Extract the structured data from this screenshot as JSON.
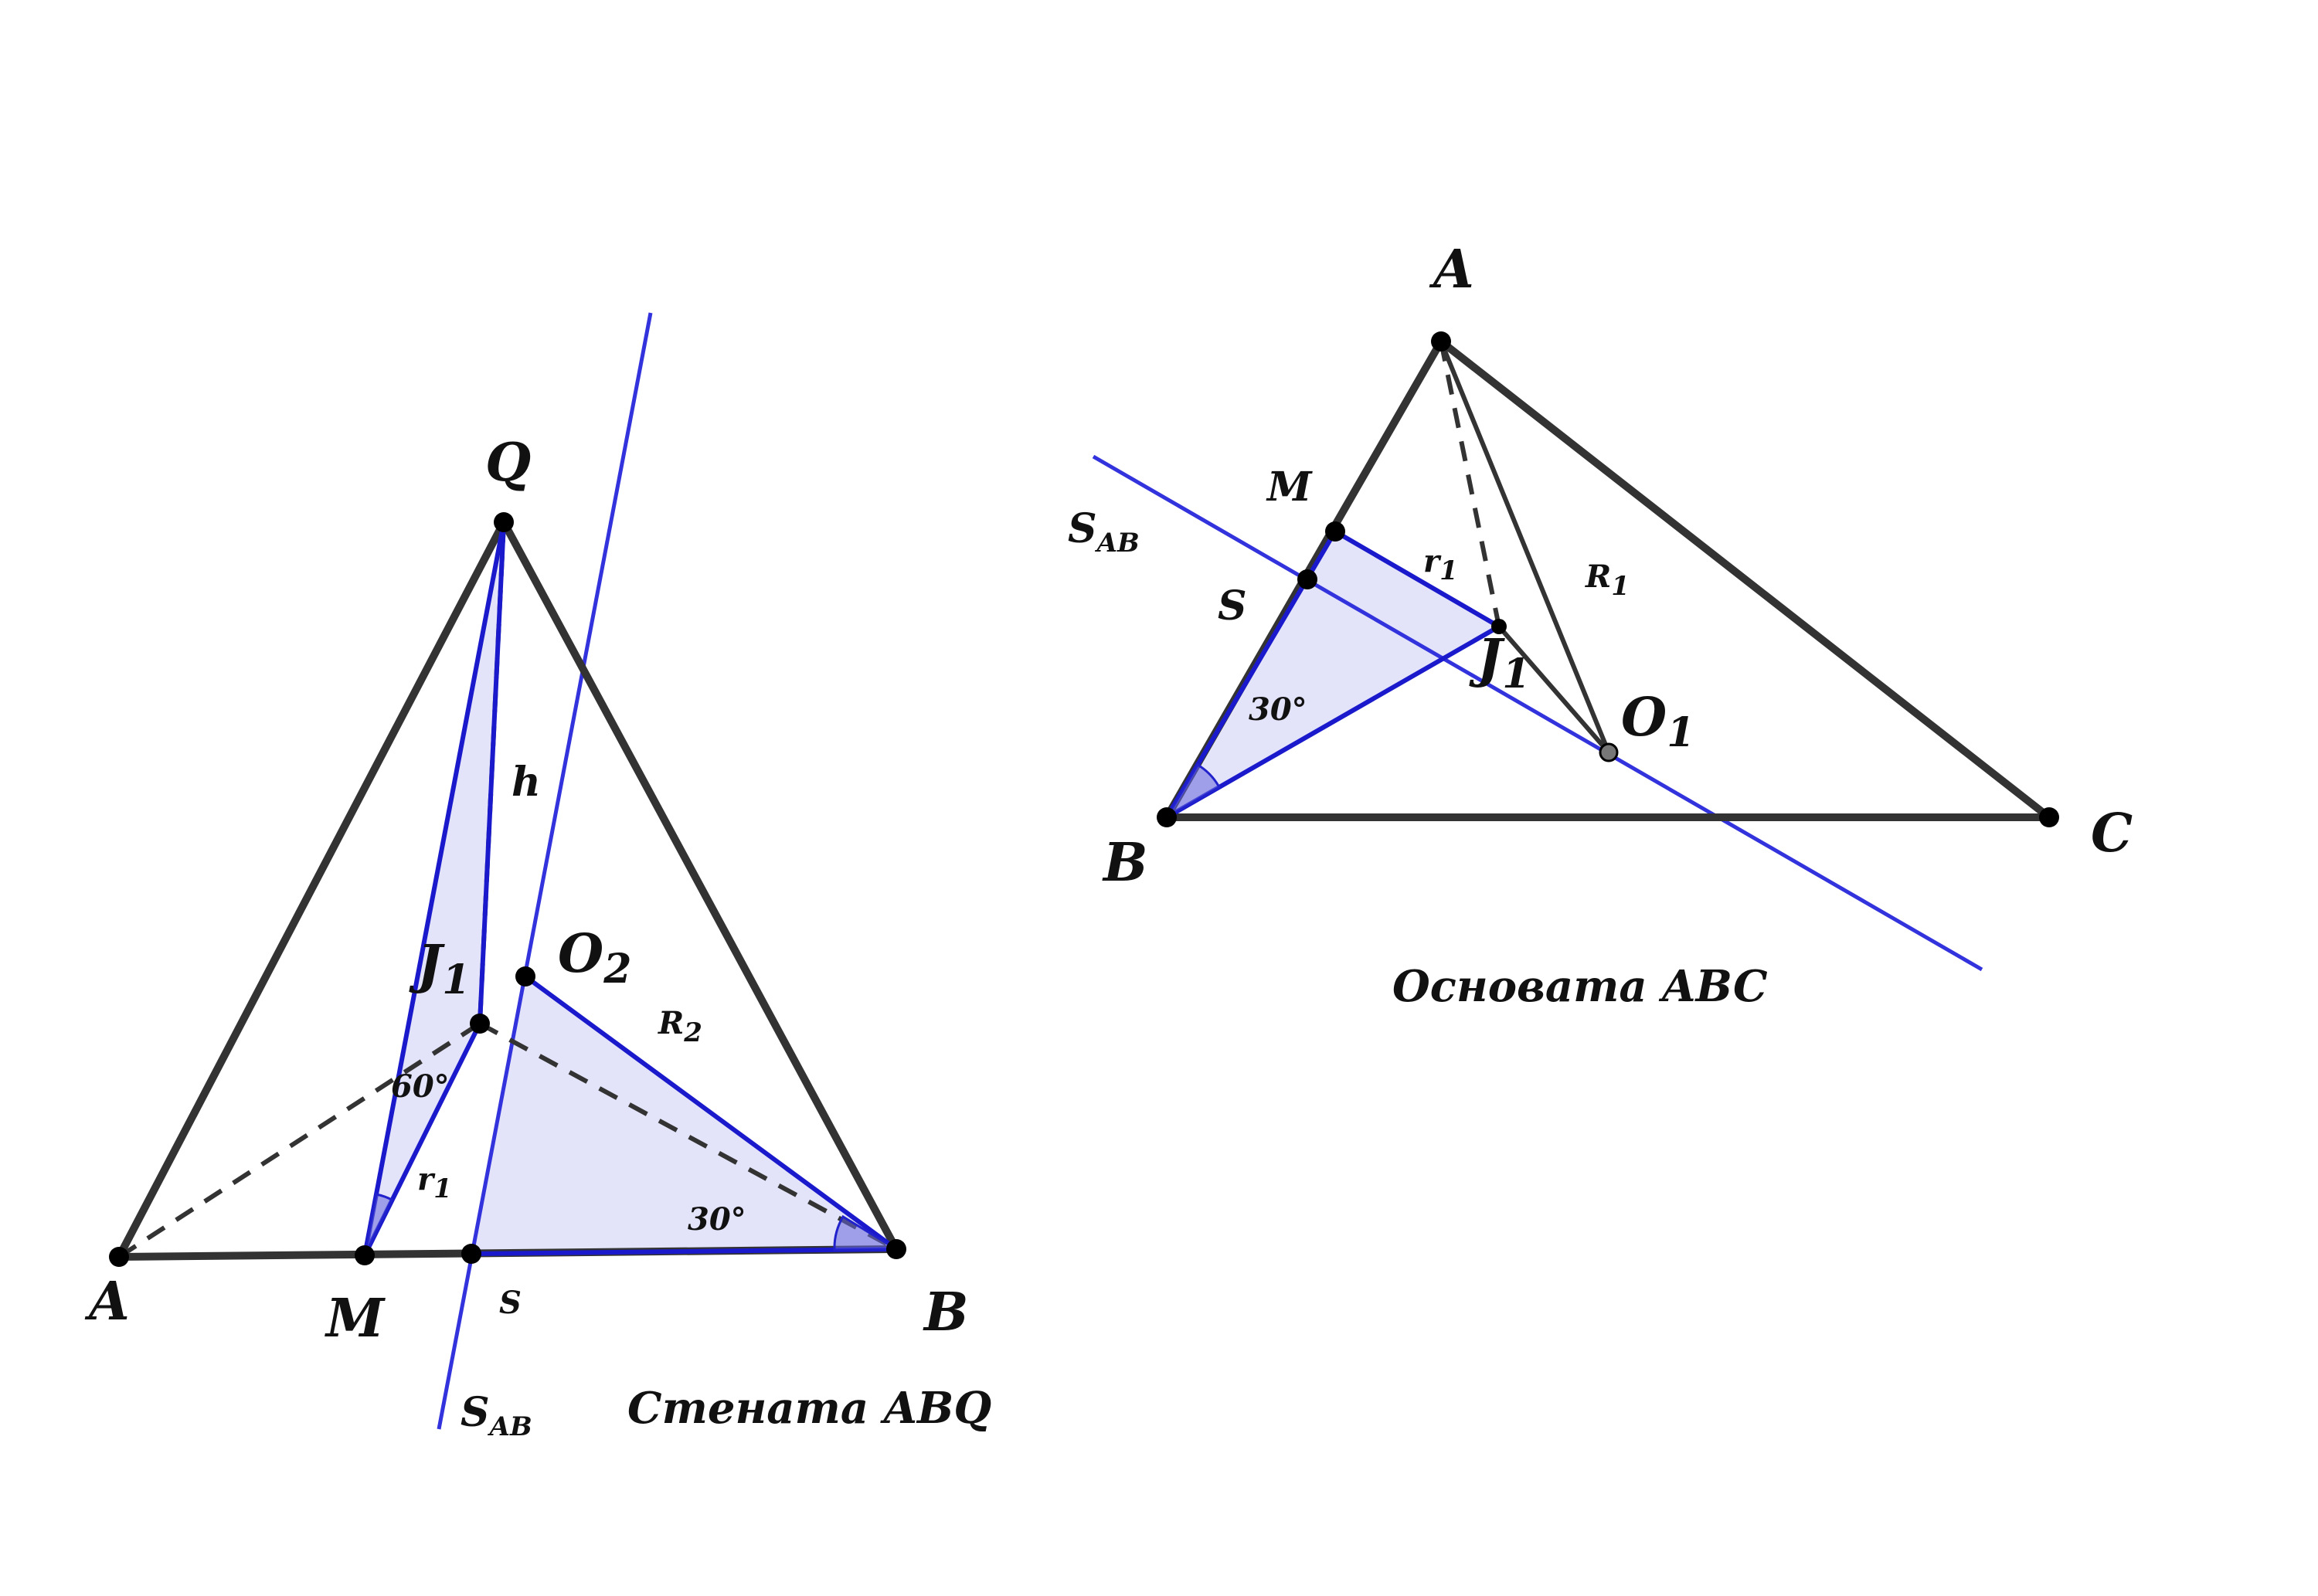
{
  "left_figure": {
    "caption": "Стената ABQ",
    "points": {
      "A": "A",
      "M": "M",
      "S": "S",
      "B": "B",
      "Q": "Q"
    },
    "J": "J",
    "J_sub": "1",
    "O": "O",
    "O_sub": "2",
    "line_label": "S",
    "line_label_sub": "AB",
    "h": "h",
    "r": "r",
    "r_sub": "1",
    "R": "R",
    "R_sub": "2",
    "angle_60": "60°",
    "angle_30": "30°"
  },
  "right_figure": {
    "caption": "Основата ABC",
    "points": {
      "A": "A",
      "B": "B",
      "C": "C",
      "M": "M",
      "S": "S"
    },
    "J": "J",
    "J_sub": "1",
    "O": "O",
    "O_sub": "1",
    "line_label": "S",
    "line_label_sub": "AB",
    "r": "r",
    "r_sub": "1",
    "R": "R",
    "R_sub": "1",
    "angle_30": "30°"
  },
  "colors": {
    "edge": "#333333",
    "accent_blue": "#1a1acc",
    "shade": "#c8c8f4"
  }
}
